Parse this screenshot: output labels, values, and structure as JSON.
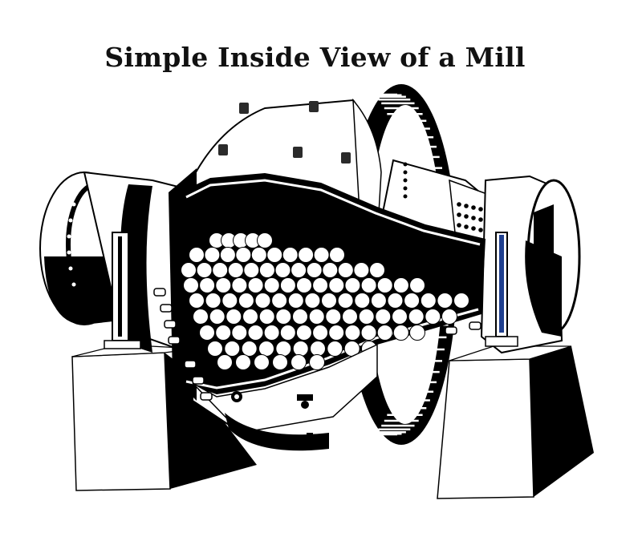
{
  "title": "Simple Inside View of a Mill",
  "colors": {
    "ink": "#000000",
    "paper": "#ffffff",
    "bolt": "#2b2b2b",
    "sight_glass": "#1f3f8f"
  },
  "components": [
    "mill-shell",
    "liner-plates",
    "grinding-balls",
    "girth-gear",
    "feed-end-trunnion",
    "discharge-end-trunnion",
    "left-pedestal",
    "right-pedestal",
    "shell-bolts",
    "discharge-grate",
    "manhole-cover"
  ]
}
